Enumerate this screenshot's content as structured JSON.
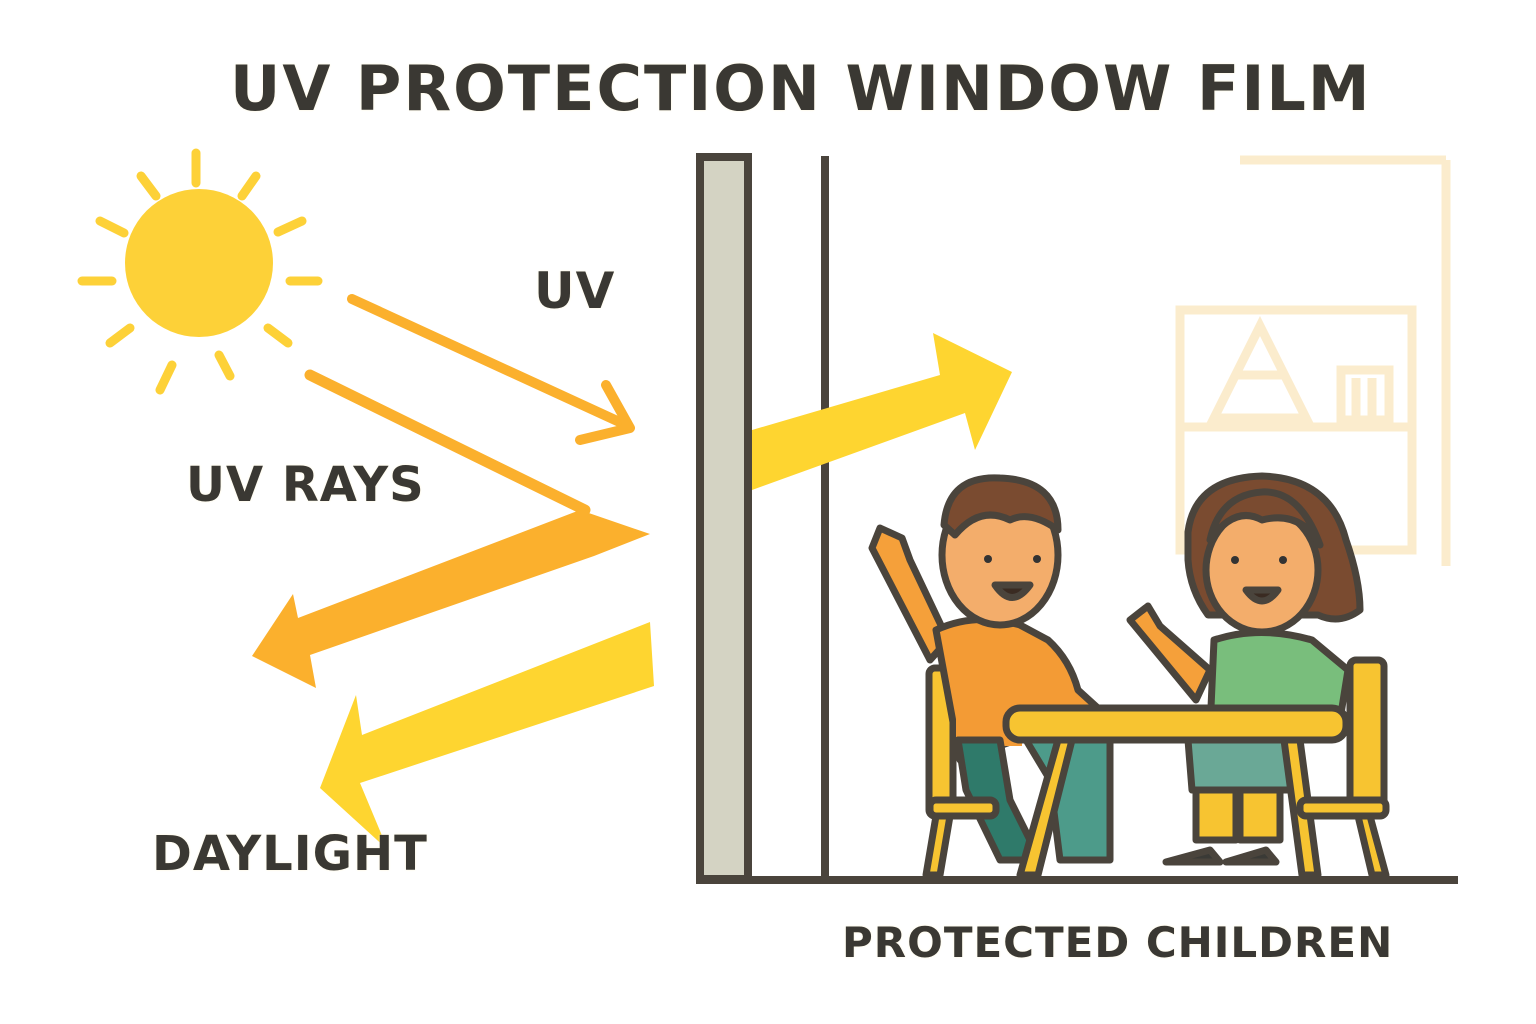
{
  "title": "UV PROTECTION WINDOW FILM",
  "labels": {
    "uv": "UV",
    "uv_rays": "UV RAYS",
    "daylight": "DAYLIGHT",
    "protected_children": "PROTECTED CHILDREN"
  },
  "elements": {
    "sun": "sun-icon",
    "uv_arrow": "thin orange arrow toward window",
    "reflected_uv_arrow": "orange arrow reflected back from window",
    "daylight_arrow": "yellow arrow reflected back",
    "transmitted_light_arrow": "yellow arrow passing through window into room",
    "window": "window frame with film layer",
    "room": "bookshelf in background",
    "children": [
      "boy in orange shirt waving",
      "girl in green shirt waving"
    ],
    "furniture": [
      "yellow table",
      "two yellow chairs"
    ]
  },
  "colors": {
    "sun": "#fdd138",
    "orange_arrow": "#fbb02d",
    "yellow_arrow": "#fed530",
    "outline": "#4a443c",
    "film": "#d4d3c3",
    "shelf": "#fbeccd",
    "text": "#3a3833"
  }
}
